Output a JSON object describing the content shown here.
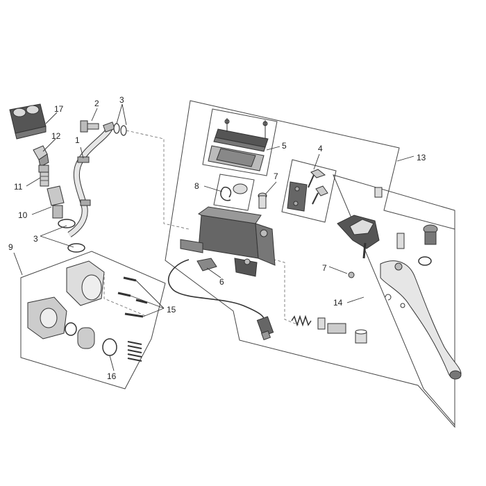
{
  "diagram": {
    "colors": {
      "line": "#333333",
      "part_light": "#d9d9d9",
      "part_mid": "#a9a9a9",
      "part_dark": "#555555",
      "background": "#ffffff"
    },
    "callouts": {
      "p1": "1",
      "p2": "2",
      "p3a": "3",
      "p3b": "3",
      "p4": "4",
      "p5": "5",
      "p6": "6",
      "p7a": "7",
      "p7b": "7",
      "p8": "8",
      "p9": "9",
      "p10": "10",
      "p11": "11",
      "p12": "12",
      "p13": "13",
      "p14": "14",
      "p15": "15",
      "p16": "16",
      "p17": "17"
    }
  }
}
